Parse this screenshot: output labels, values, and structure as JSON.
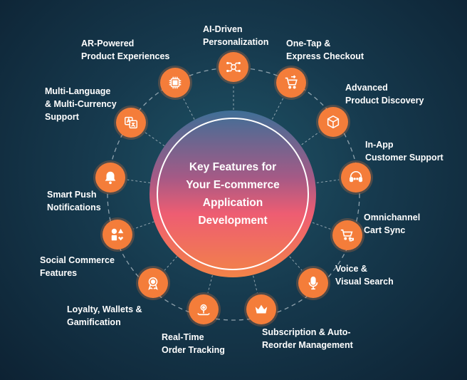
{
  "center": {
    "title_lines": [
      "Key Features for",
      "Your E-commerce",
      "Application",
      "Development"
    ]
  },
  "features": [
    {
      "lines": [
        "AI-Driven",
        "Personalization"
      ],
      "icon": "ai-network-icon"
    },
    {
      "lines": [
        "One-Tap &",
        "Express Checkout"
      ],
      "icon": "express-cart-icon"
    },
    {
      "lines": [
        "Advanced",
        "Product Discovery"
      ],
      "icon": "discovery-cube-icon"
    },
    {
      "lines": [
        "In-App",
        "Customer Support"
      ],
      "icon": "support-chat-icon"
    },
    {
      "lines": [
        "Omnichannel",
        "Cart Sync"
      ],
      "icon": "cart-sync-icon"
    },
    {
      "lines": [
        "Voice &",
        "Visual Search"
      ],
      "icon": "microphone-icon"
    },
    {
      "lines": [
        "Subscription & Auto-",
        "Reorder Management"
      ],
      "icon": "crown-icon"
    },
    {
      "lines": [
        "Real-Time",
        "Order Tracking"
      ],
      "icon": "location-pin-icon"
    },
    {
      "lines": [
        "Loyalty, Wallets &",
        "Gamification"
      ],
      "icon": "badge-icon"
    },
    {
      "lines": [
        "Social Commerce",
        "Features"
      ],
      "icon": "shapes-icon"
    },
    {
      "lines": [
        "Smart Push",
        "Notifications"
      ],
      "icon": "bell-icon"
    },
    {
      "lines": [
        "Multi-Language",
        "& Multi-Currency",
        "Support"
      ],
      "icon": "translate-icon"
    },
    {
      "lines": [
        "AR-Powered",
        "Product Experiences"
      ],
      "icon": "ar-chip-icon"
    }
  ],
  "colors": {
    "node": "#f47d3a",
    "background": "#16394d",
    "text": "#ffffff"
  }
}
